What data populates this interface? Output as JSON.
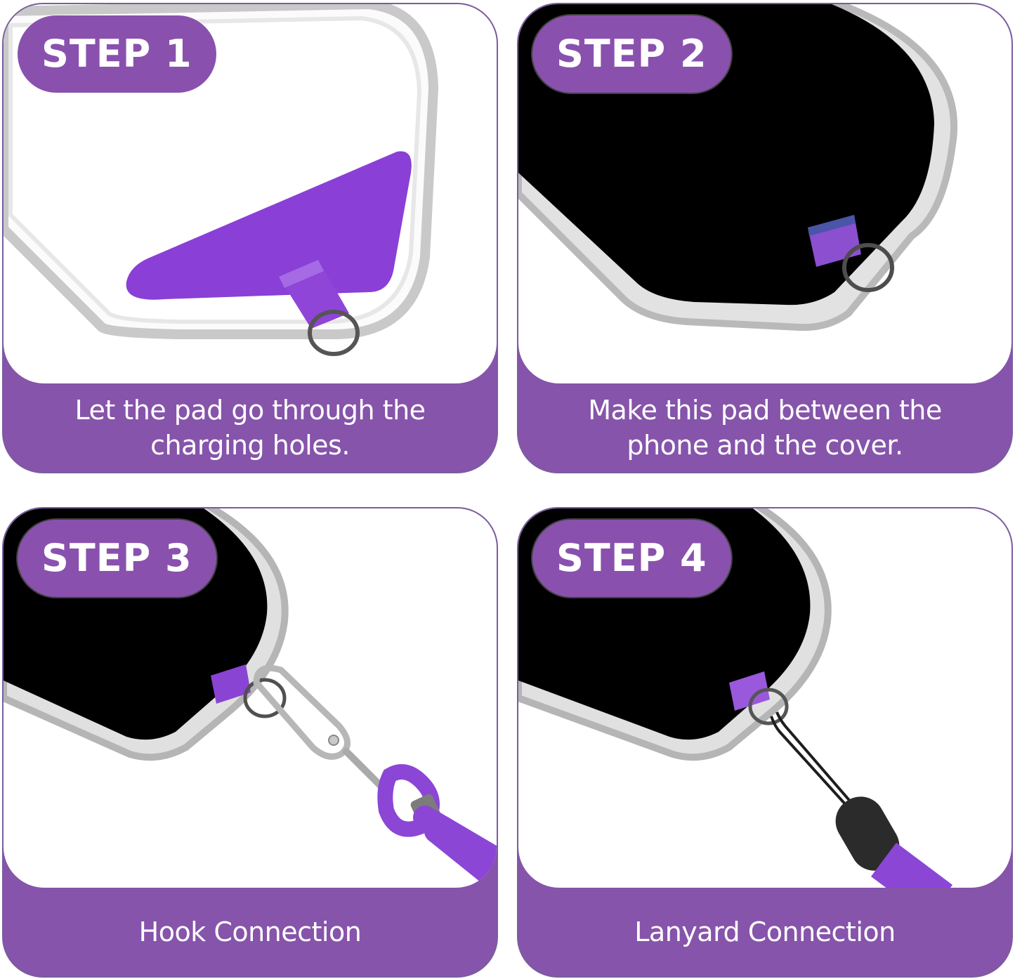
{
  "colors": {
    "accent_purple": "#8654aa",
    "badge_purple": "#8951ad",
    "border_purple": "#7b5c9f",
    "pad_purple": "#8a3fd6",
    "phone_black": "#000000",
    "background": "#ffffff"
  },
  "steps": [
    {
      "badge": "STEP 1",
      "caption_lines": [
        "Let the pad go through the",
        "charging holes."
      ],
      "illustration": "clear-case-with-purple-pad-and-ring"
    },
    {
      "badge": "STEP 2",
      "caption_lines": [
        "Make this pad between the",
        "phone and the cover."
      ],
      "illustration": "phone-in-case-with-pad-ring"
    },
    {
      "badge": "STEP 3",
      "caption_lines": [
        "Hook Connection"
      ],
      "illustration": "phone-with-snap-hook-and-purple-cord"
    },
    {
      "badge": "STEP 4",
      "caption_lines": [
        "Lanyard Connection"
      ],
      "illustration": "phone-with-black-loop-lanyard"
    }
  ]
}
